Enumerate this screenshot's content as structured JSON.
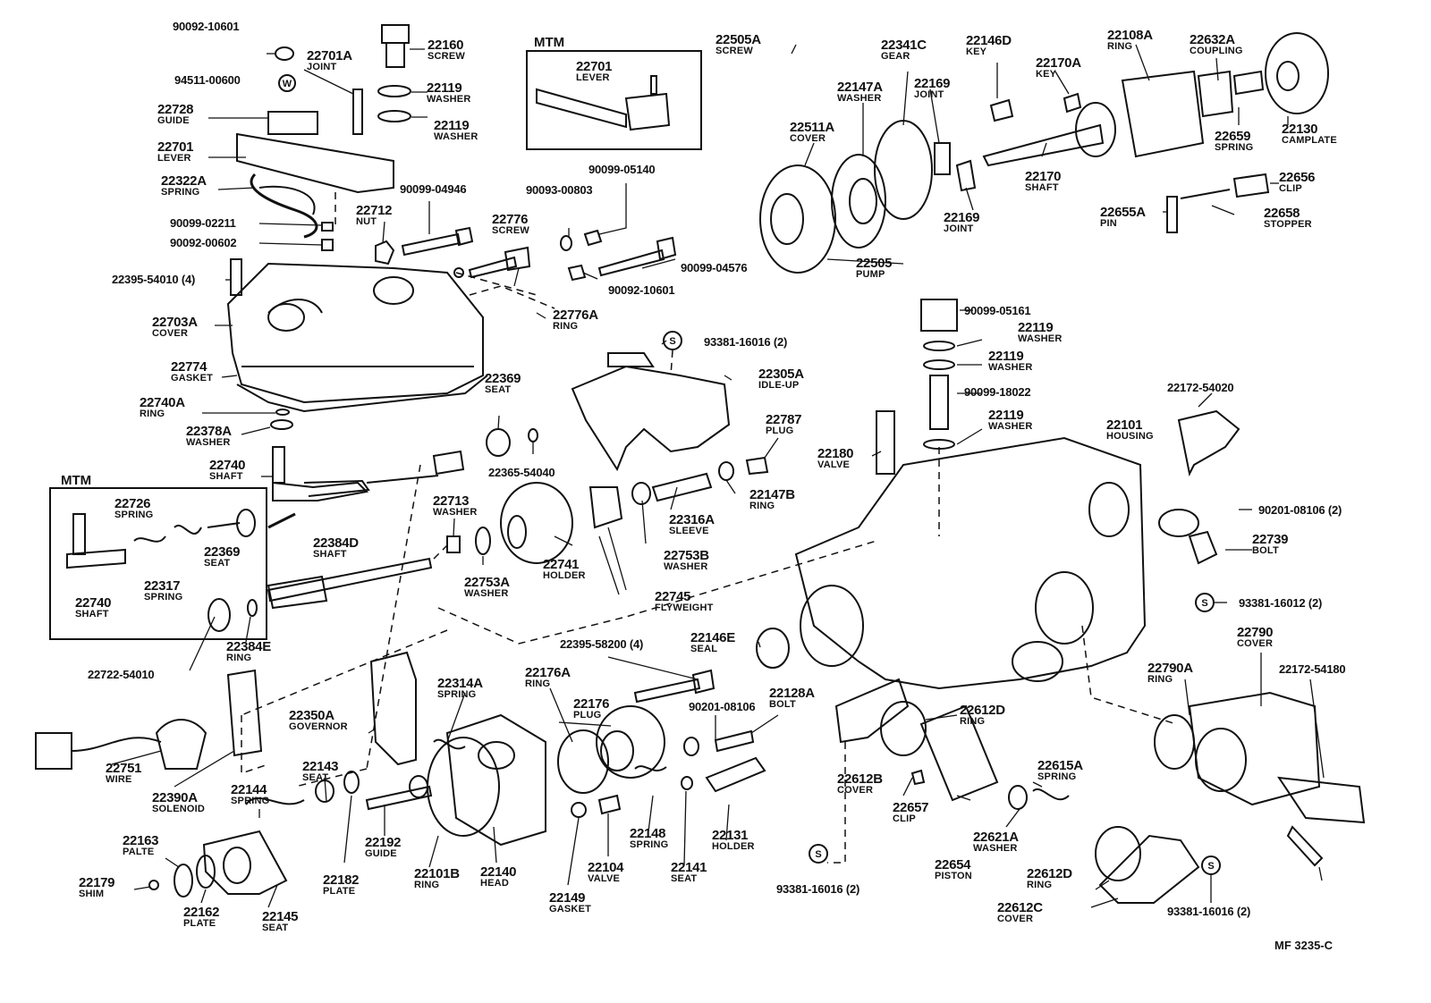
{
  "mtm_box_top": {
    "title": "MTM",
    "part_num": "22701",
    "part_name": "LEVER"
  },
  "mtm_box_left": {
    "title": "MTM"
  },
  "diagram_code": "MF 3235-C",
  "parts": [
    {
      "id": "p1",
      "num": "90092-10601",
      "name": ""
    },
    {
      "id": "p2",
      "num": "22701A",
      "name": "JOINT"
    },
    {
      "id": "p3",
      "num": "22160",
      "name": "SCREW"
    },
    {
      "id": "p4",
      "num": "94511-00600",
      "name": ""
    },
    {
      "id": "p5",
      "num": "22119",
      "name": "WASHER"
    },
    {
      "id": "p6",
      "num": "22728",
      "name": "GUIDE"
    },
    {
      "id": "p7",
      "num": "22119",
      "name": "WASHER"
    },
    {
      "id": "p8",
      "num": "22701",
      "name": "LEVER"
    },
    {
      "id": "p9",
      "num": "22322A",
      "name": "SPRING"
    },
    {
      "id": "p10",
      "num": "90099-04946",
      "name": ""
    },
    {
      "id": "p11",
      "num": "90099-02211",
      "name": ""
    },
    {
      "id": "p12",
      "num": "22712",
      "name": "NUT"
    },
    {
      "id": "p13",
      "num": "90092-00602",
      "name": ""
    },
    {
      "id": "p14",
      "num": "22395-54010 (4)",
      "name": ""
    },
    {
      "id": "p15",
      "num": "22703A",
      "name": "COVER"
    },
    {
      "id": "p16",
      "num": "22774",
      "name": "GASKET"
    },
    {
      "id": "p17",
      "num": "22740A",
      "name": "RING"
    },
    {
      "id": "p18",
      "num": "22378A",
      "name": "WASHER"
    },
    {
      "id": "p19",
      "num": "22740",
      "name": "SHAFT"
    },
    {
      "id": "p20",
      "num": "22726",
      "name": "SPRING"
    },
    {
      "id": "p21",
      "num": "22369",
      "name": "SEAT"
    },
    {
      "id": "p22",
      "num": "22740",
      "name": "SHAFT"
    },
    {
      "id": "p23",
      "num": "22317",
      "name": "SPRING"
    },
    {
      "id": "p24",
      "num": "22384E",
      "name": "RING"
    },
    {
      "id": "p25",
      "num": "22722-54010",
      "name": ""
    },
    {
      "id": "p26",
      "num": "22505A",
      "name": "SCREW"
    },
    {
      "id": "p27",
      "num": "22341C",
      "name": "GEAR"
    },
    {
      "id": "p28",
      "num": "22146D",
      "name": "KEY"
    },
    {
      "id": "p29",
      "num": "22108A",
      "name": "RING"
    },
    {
      "id": "p30",
      "num": "22632A",
      "name": "COUPLING"
    },
    {
      "id": "p31",
      "num": "22170A",
      "name": "KEY"
    },
    {
      "id": "p32",
      "num": "22147A",
      "name": "WASHER"
    },
    {
      "id": "p33",
      "num": "22169",
      "name": "JOINT"
    },
    {
      "id": "p34",
      "num": "22130",
      "name": "CAMPLATE"
    },
    {
      "id": "p35",
      "num": "22511A",
      "name": "COVER"
    },
    {
      "id": "p36",
      "num": "22659",
      "name": "SPRING"
    },
    {
      "id": "p37",
      "num": "22170",
      "name": "SHAFT"
    },
    {
      "id": "p38",
      "num": "22656",
      "name": "CLIP"
    },
    {
      "id": "p39",
      "num": "22169",
      "name": "JOINT"
    },
    {
      "id": "p40",
      "num": "22655A",
      "name": "PIN"
    },
    {
      "id": "p41",
      "num": "22658",
      "name": "STOPPER"
    },
    {
      "id": "p42",
      "num": "22505",
      "name": "PUMP"
    },
    {
      "id": "p43",
      "num": "90099-05140",
      "name": ""
    },
    {
      "id": "p44",
      "num": "90093-00803",
      "name": ""
    },
    {
      "id": "p45",
      "num": "22776",
      "name": "SCREW"
    },
    {
      "id": "p46",
      "num": "90099-04576",
      "name": ""
    },
    {
      "id": "p47",
      "num": "90092-10601",
      "name": ""
    },
    {
      "id": "p48",
      "num": "22776A",
      "name": "RING"
    },
    {
      "id": "p49",
      "num": "93381-16016 (2)",
      "name": ""
    },
    {
      "id": "p50",
      "num": "22305A",
      "name": "IDLE-UP"
    },
    {
      "id": "p51",
      "num": "22369",
      "name": "SEAT"
    },
    {
      "id": "p52",
      "num": "22787",
      "name": "PLUG"
    },
    {
      "id": "p53",
      "num": "22365-54040",
      "name": ""
    },
    {
      "id": "p54",
      "num": "22147B",
      "name": "RING"
    },
    {
      "id": "p55",
      "num": "22316A",
      "name": "SLEEVE"
    },
    {
      "id": "p56",
      "num": "22713",
      "name": "WASHER"
    },
    {
      "id": "p57",
      "num": "22753B",
      "name": "WASHER"
    },
    {
      "id": "p58",
      "num": "22384D",
      "name": "SHAFT"
    },
    {
      "id": "p59",
      "num": "22753A",
      "name": "WASHER"
    },
    {
      "id": "p60",
      "num": "22741",
      "name": "HOLDER"
    },
    {
      "id": "p61",
      "num": "22745",
      "name": "FLYWEIGHT"
    },
    {
      "id": "p62",
      "num": "90099-05161",
      "name": ""
    },
    {
      "id": "p63",
      "num": "22119",
      "name": "WASHER"
    },
    {
      "id": "p64",
      "num": "22119",
      "name": "WASHER"
    },
    {
      "id": "p65",
      "num": "90099-18022",
      "name": ""
    },
    {
      "id": "p66",
      "num": "22119",
      "name": "WASHER"
    },
    {
      "id": "p67",
      "num": "22172-54020",
      "name": ""
    },
    {
      "id": "p68",
      "num": "22101",
      "name": "HOUSING"
    },
    {
      "id": "p69",
      "num": "22180",
      "name": "VALVE"
    },
    {
      "id": "p70",
      "num": "90201-08106 (2)",
      "name": ""
    },
    {
      "id": "p71",
      "num": "22739",
      "name": "BOLT"
    },
    {
      "id": "p72",
      "num": "93381-16012 (2)",
      "name": ""
    },
    {
      "id": "p73",
      "num": "22790",
      "name": "COVER"
    },
    {
      "id": "p74",
      "num": "22790A",
      "name": "RING"
    },
    {
      "id": "p75",
      "num": "22172-54180",
      "name": ""
    },
    {
      "id": "p76",
      "num": "22146E",
      "name": "SEAL"
    },
    {
      "id": "p77",
      "num": "22395-58200 (4)",
      "name": ""
    },
    {
      "id": "p78",
      "num": "22176A",
      "name": "RING"
    },
    {
      "id": "p79",
      "num": "22314A",
      "name": "SPRING"
    },
    {
      "id": "p80",
      "num": "22176",
      "name": "PLUG"
    },
    {
      "id": "p81",
      "num": "22128A",
      "name": "BOLT"
    },
    {
      "id": "p82",
      "num": "90201-08106",
      "name": ""
    },
    {
      "id": "p83",
      "num": "22350A",
      "name": "GOVERNOR"
    },
    {
      "id": "p84",
      "num": "22612D",
      "name": "RING"
    },
    {
      "id": "p85",
      "num": "22751",
      "name": "WIRE"
    },
    {
      "id": "p86",
      "num": "22390A",
      "name": "SOLENOID"
    },
    {
      "id": "p87",
      "num": "22143",
      "name": "SEAT"
    },
    {
      "id": "p88",
      "num": "22144",
      "name": "SPRING"
    },
    {
      "id": "p89",
      "num": "22612B",
      "name": "COVER"
    },
    {
      "id": "p90",
      "num": "22615A",
      "name": "SPRING"
    },
    {
      "id": "p91",
      "num": "22657",
      "name": "CLIP"
    },
    {
      "id": "p92",
      "num": "22148",
      "name": "SPRING"
    },
    {
      "id": "p93",
      "num": "22131",
      "name": "HOLDER"
    },
    {
      "id": "p94",
      "num": "22163",
      "name": "PALTE"
    },
    {
      "id": "p95",
      "num": "22192",
      "name": "GUIDE"
    },
    {
      "id": "p96",
      "num": "22182",
      "name": "PLATE"
    },
    {
      "id": "p97",
      "num": "22101B",
      "name": "RING"
    },
    {
      "id": "p98",
      "num": "22140",
      "name": "HEAD"
    },
    {
      "id": "p99",
      "num": "22104",
      "name": "VALVE"
    },
    {
      "id": "p100",
      "num": "22141",
      "name": "SEAT"
    },
    {
      "id": "p101",
      "num": "22621A",
      "name": "WASHER"
    },
    {
      "id": "p102",
      "num": "22654",
      "name": "PISTON"
    },
    {
      "id": "p103",
      "num": "22612D",
      "name": "RING"
    },
    {
      "id": "p104",
      "num": "22179",
      "name": "SHIM"
    },
    {
      "id": "p105",
      "num": "22162",
      "name": "PLATE"
    },
    {
      "id": "p106",
      "num": "22145",
      "name": "SEAT"
    },
    {
      "id": "p107",
      "num": "22149",
      "name": "GASKET"
    },
    {
      "id": "p108",
      "num": "93381-16016 (2)",
      "name": ""
    },
    {
      "id": "p109",
      "num": "22612C",
      "name": "COVER"
    },
    {
      "id": "p110",
      "num": "93381-16016 (2)",
      "name": ""
    }
  ]
}
